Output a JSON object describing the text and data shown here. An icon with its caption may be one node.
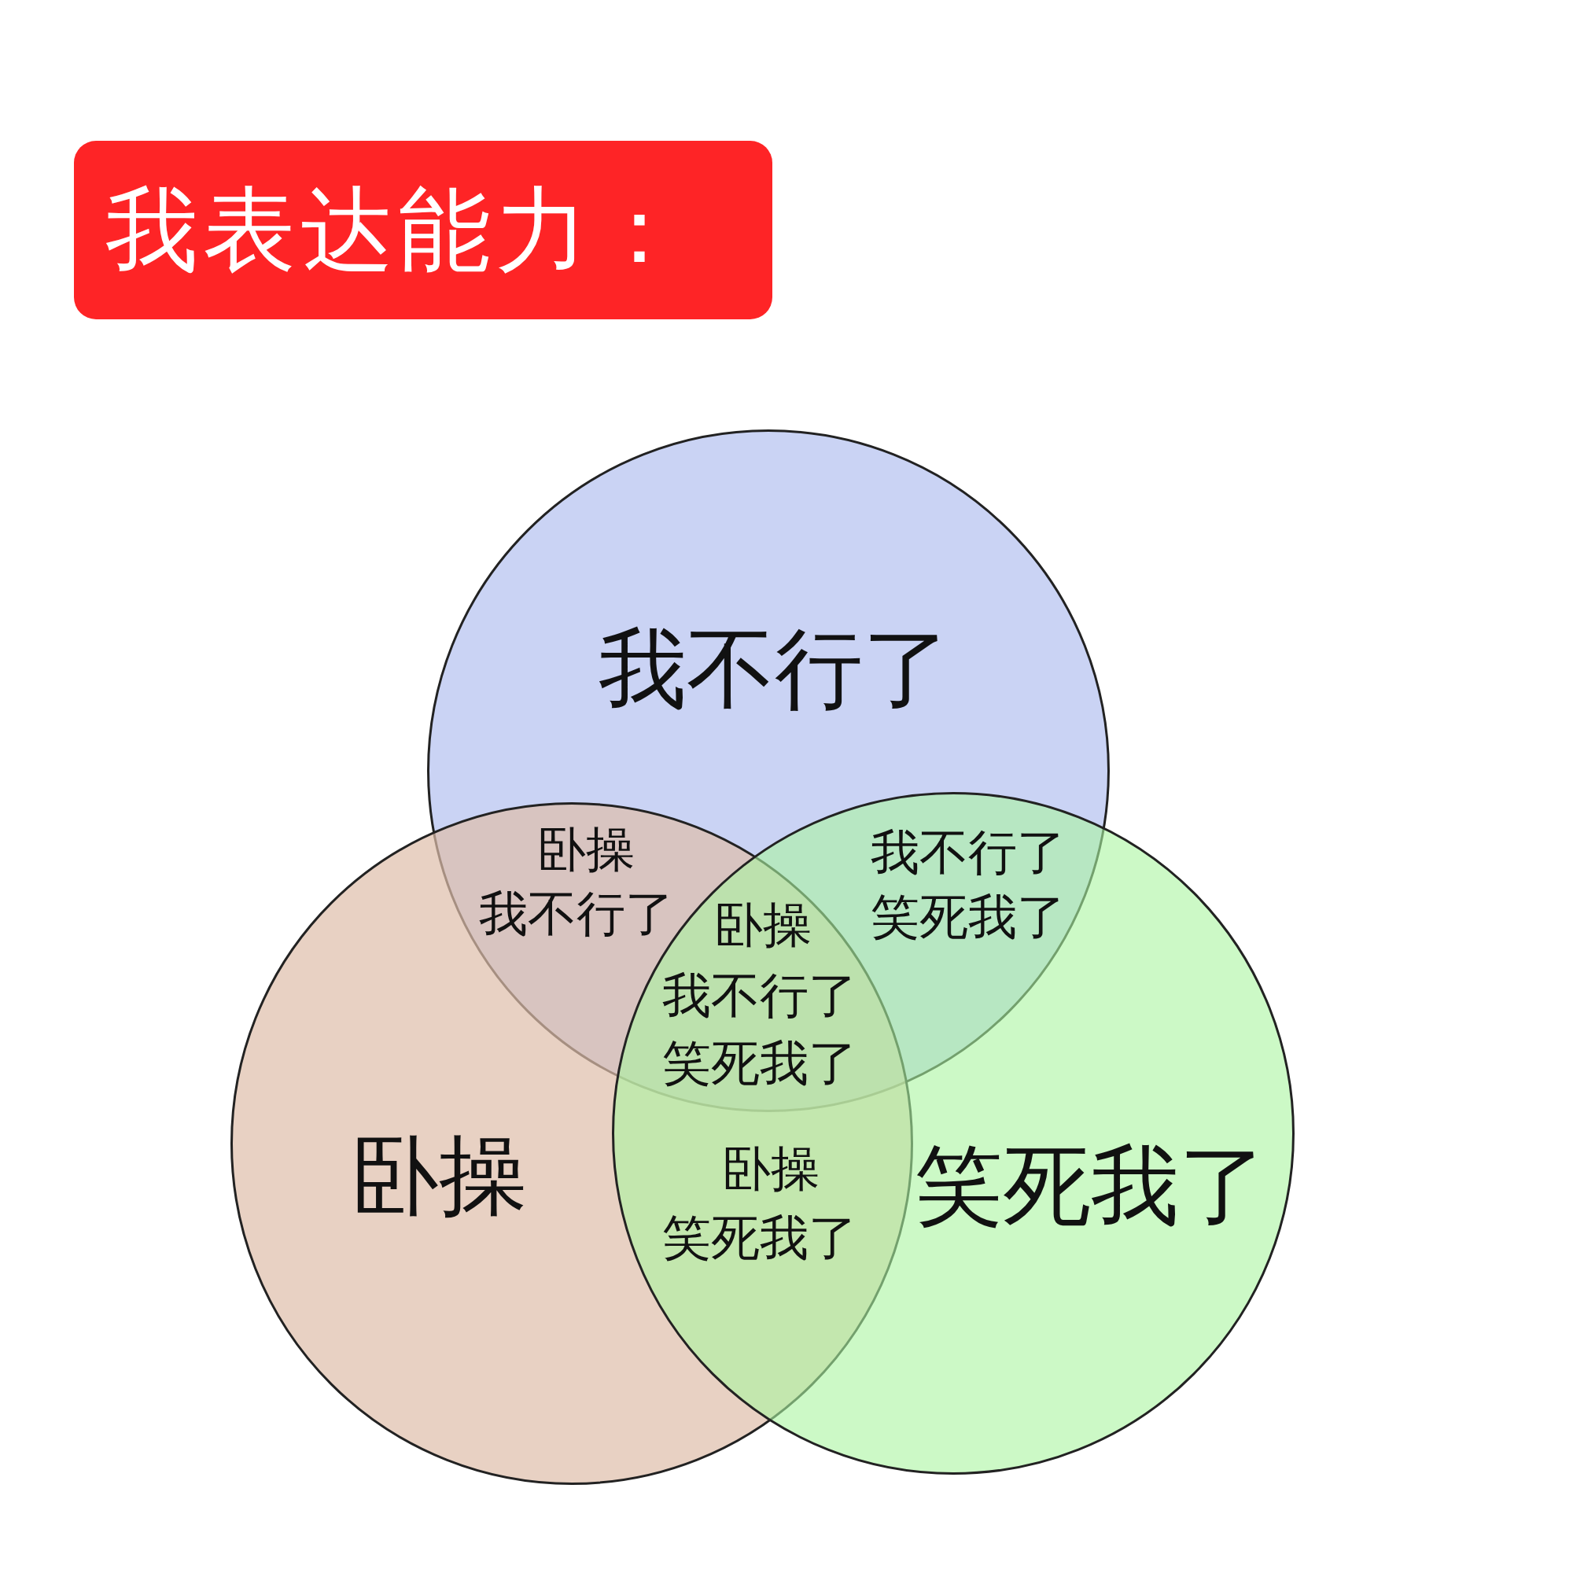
{
  "diagram": {
    "title": "我表达能力：",
    "nodes": [
      {
        "text": [
          "我不行了"
        ]
      },
      {
        "text": [
          "卧操"
        ]
      },
      {
        "text": [
          "笑死我了"
        ]
      }
    ],
    "labels": [
      "卧操",
      "我不行了",
      "我不行了",
      "笑死我了",
      "卧操",
      "我不行了",
      "笑死我了",
      "卧操",
      "笑死我了"
    ]
  }
}
